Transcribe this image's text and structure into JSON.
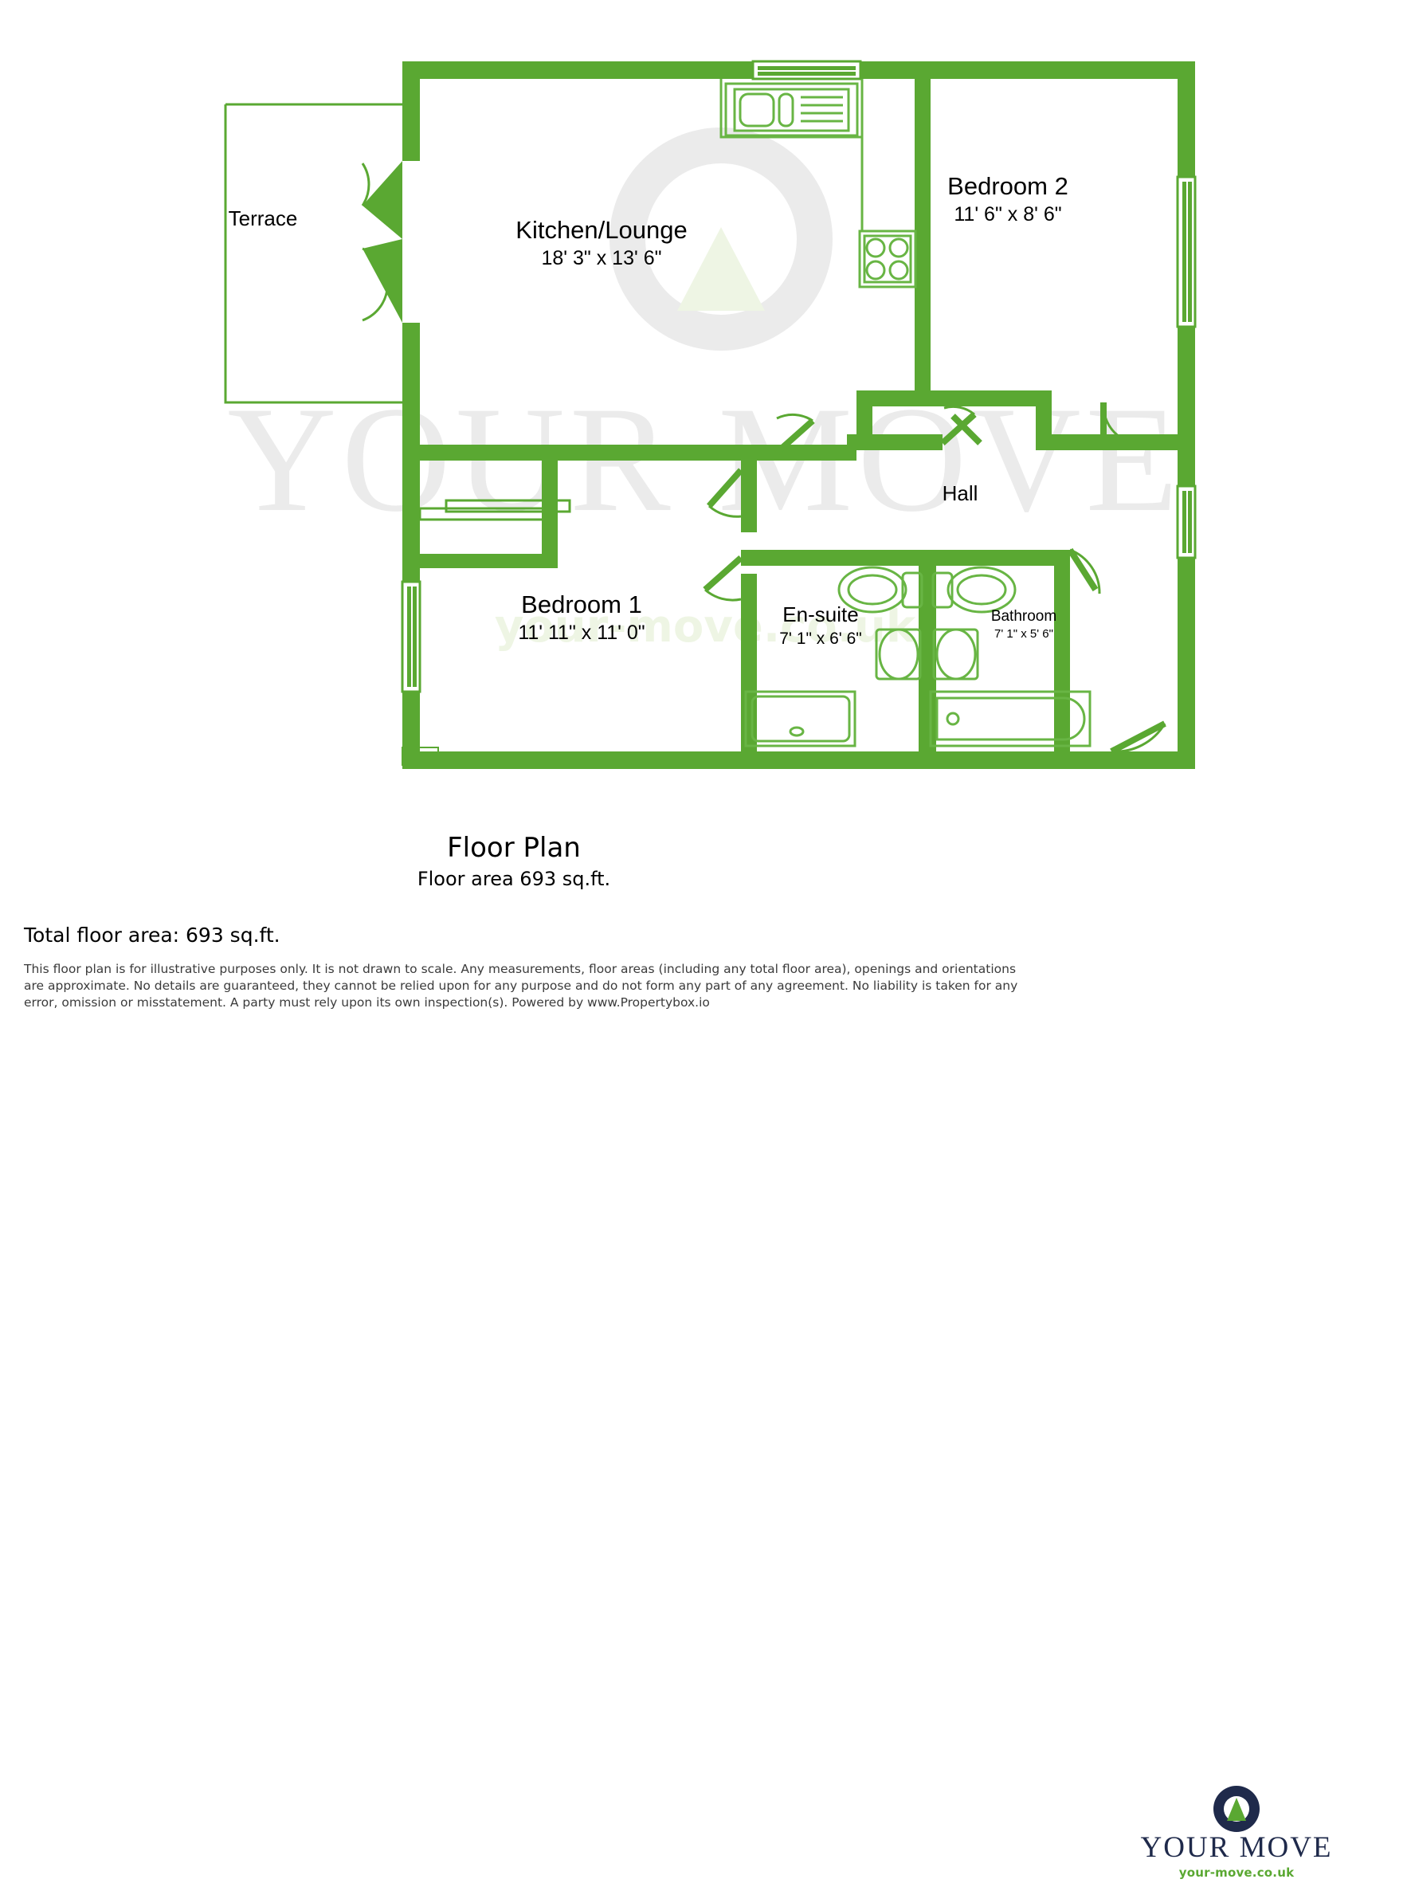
{
  "colors": {
    "wall_green": "#5aa832",
    "fixture_green": "#68b544",
    "watermark_grey": "#ebebeb",
    "watermark_green": "#eef5e4",
    "logo_navy": "#1f2a4b",
    "logo_green": "#5aa832",
    "text_black": "#000000",
    "disclaimer_grey": "#3b3b3b"
  },
  "plan": {
    "title": "Floor Plan",
    "area_text": "Floor area 693 sq.ft.",
    "watermark_text": "YOUR MOVE",
    "watermark_url": "your-move.co.uk",
    "rooms": [
      {
        "key": "terrace",
        "name": "Terrace",
        "dims": ""
      },
      {
        "key": "kitchen_lounge",
        "name": "Kitchen/Lounge",
        "dims": "18' 3\" x 13' 6\""
      },
      {
        "key": "bedroom_2",
        "name": "Bedroom 2",
        "dims": "11' 6\" x 8' 6\""
      },
      {
        "key": "hall",
        "name": "Hall",
        "dims": ""
      },
      {
        "key": "bedroom_1",
        "name": "Bedroom 1",
        "dims": "11' 11\" x 11' 0\""
      },
      {
        "key": "en_suite",
        "name": "En-suite",
        "dims": "7' 1\" x 6' 6\""
      },
      {
        "key": "bathroom",
        "name": "Bathroom",
        "dims": "7' 1\" x 5' 6\""
      }
    ],
    "fixtures": [
      "kitchen-sink",
      "cooker-hob",
      "window",
      "door-swing",
      "toilet",
      "wash-basin",
      "shower-tray",
      "bath"
    ]
  },
  "footer": {
    "total_area": "Total floor area: 693 sq.ft.",
    "disclaimer": "This floor plan is for illustrative purposes only. It is not drawn to scale. Any measurements, floor areas (including any total floor area), openings and orientations are approximate. No details are guaranteed, they cannot be relied upon for any purpose and do not form any part of any agreement. No liability is taken for any error, omission or misstatement. A party must rely upon its own inspection(s). Powered by www.Propertybox.io"
  },
  "logo": {
    "wordmark": "YOUR MOVE",
    "url": "your-move.co.uk"
  }
}
